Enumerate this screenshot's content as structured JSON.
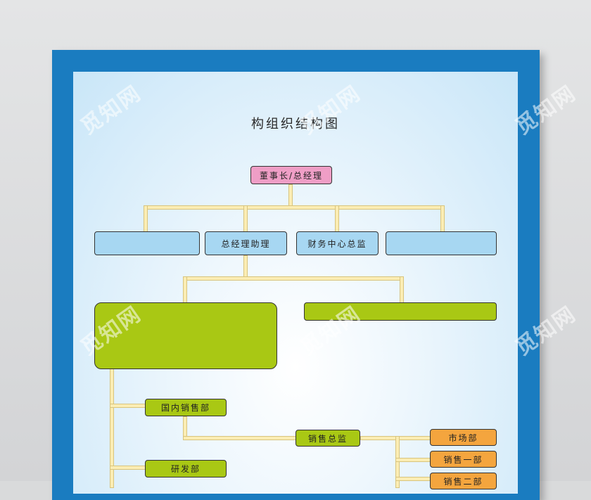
{
  "title": "构组织结构图",
  "nodes": {
    "ceo": "董事长/总经理",
    "l2_1": "",
    "l2_2": "总经理助理",
    "l2_3": "财务中心总监",
    "l2_4": "",
    "l3_left": "",
    "l3_right": "",
    "domestic_sales": "国内销售部",
    "sales_director": "销售总监",
    "rnd": "研发部",
    "market": "市场部",
    "sales_one": "销售一部",
    "sales_two": "销售二部"
  },
  "watermark": "觅知网",
  "colors": {
    "frame": "#1a7cc0",
    "pink": "#ef9ec6",
    "blue": "#a7d7f2",
    "green": "#a9c814",
    "orange": "#f4a53e",
    "connector": "#fbedb4"
  }
}
